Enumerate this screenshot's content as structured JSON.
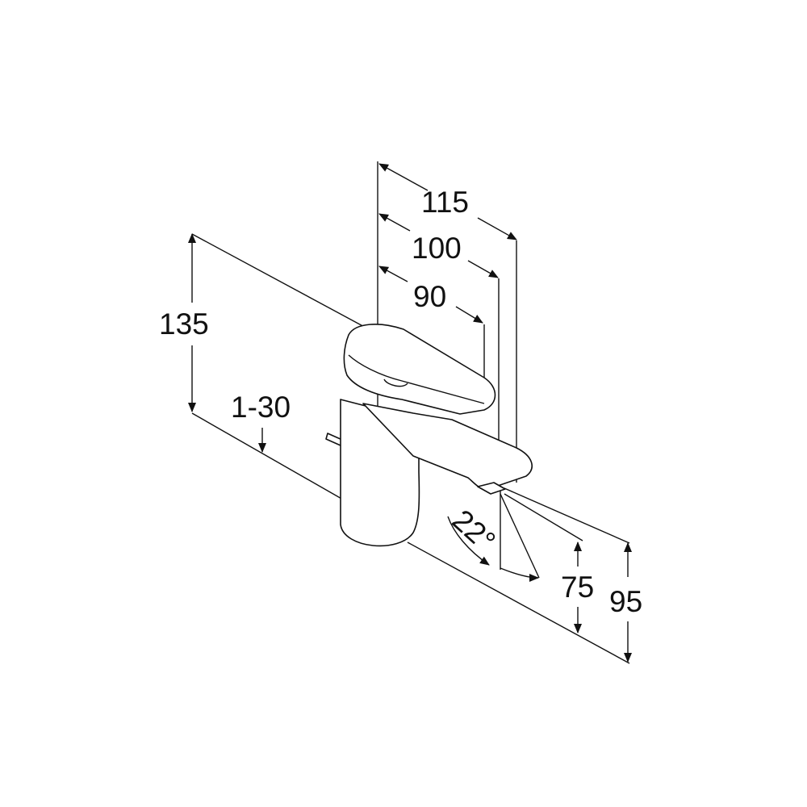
{
  "diagram": {
    "dimensions": {
      "overall_length": "115",
      "spout_reach": "100",
      "handle_length": "90",
      "total_height": "135",
      "pop_up_rod": "1-30",
      "swivel_angle": "22°",
      "spout_outlet_height": "75",
      "spout_height": "95"
    }
  }
}
